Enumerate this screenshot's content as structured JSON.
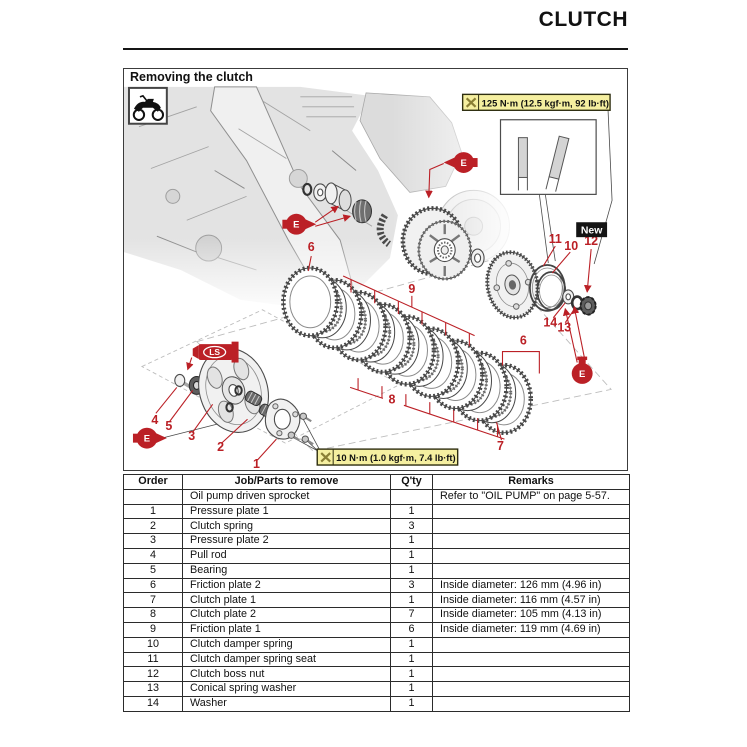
{
  "page": {
    "title": "CLUTCH"
  },
  "figure": {
    "caption": "Removing the clutch",
    "moto_icon": "motorcycle-icon",
    "torque_upper": "125 N·m (12.5 kgf·m, 92 lb·ft)",
    "torque_lower": "10 N·m (1.0 kgf·m, 7.4 lb·ft)",
    "new_tag": "New",
    "oil_label": "E",
    "grease_label": "LS",
    "labels": {
      "l1": "1",
      "l2": "2",
      "l3": "3",
      "l4": "4",
      "l5": "5",
      "l6": "6",
      "l7": "7",
      "l8": "8",
      "l9": "9",
      "l10": "10",
      "l11": "11",
      "l12": "12",
      "l13": "13",
      "l14": "14"
    }
  },
  "table": {
    "headers": [
      "Order",
      "Job/Parts to remove",
      "Q'ty",
      "Remarks"
    ],
    "rows": [
      [
        "",
        "Oil pump driven sprocket",
        "",
        "Refer to \"OIL PUMP\" on page 5-57."
      ],
      [
        "1",
        "Pressure plate 1",
        "1",
        ""
      ],
      [
        "2",
        "Clutch spring",
        "3",
        ""
      ],
      [
        "3",
        "Pressure plate 2",
        "1",
        ""
      ],
      [
        "4",
        "Pull rod",
        "1",
        ""
      ],
      [
        "5",
        "Bearing",
        "1",
        ""
      ],
      [
        "6",
        "Friction plate 2",
        "3",
        "Inside diameter: 126 mm (4.96 in)"
      ],
      [
        "7",
        "Clutch plate 1",
        "1",
        "Inside diameter: 116 mm (4.57 in)"
      ],
      [
        "8",
        "Clutch plate 2",
        "7",
        "Inside diameter: 105 mm (4.13 in)"
      ],
      [
        "9",
        "Friction plate 1",
        "6",
        "Inside diameter: 119 mm (4.69 in)"
      ],
      [
        "10",
        "Clutch damper spring",
        "1",
        ""
      ],
      [
        "11",
        "Clutch damper spring seat",
        "1",
        ""
      ],
      [
        "12",
        "Clutch boss nut",
        "1",
        ""
      ],
      [
        "13",
        "Conical spring washer",
        "1",
        ""
      ],
      [
        "14",
        "Washer",
        "1",
        ""
      ]
    ]
  },
  "colors": {
    "accent_red": "#bb2026",
    "callout_yellow": "#f5efa0",
    "ink": "#141414"
  }
}
